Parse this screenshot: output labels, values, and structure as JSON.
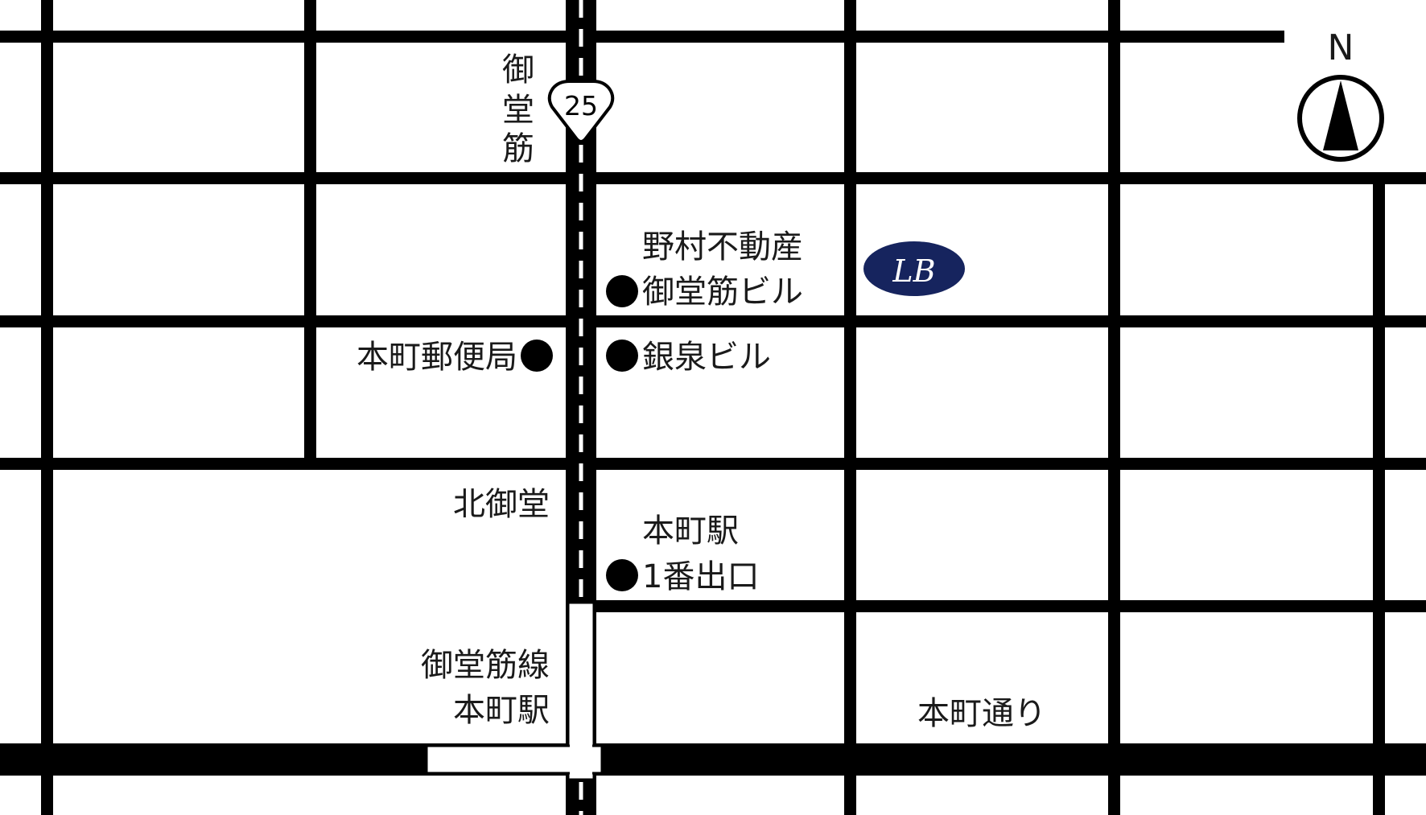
{
  "route_shield": {
    "number": "25"
  },
  "compass": {
    "label": "N",
    "icon": "north-arrow-icon"
  },
  "logo": {
    "text": "LB",
    "color": "#16245e"
  },
  "streets": {
    "midosuji": "御堂筋",
    "honmachi_dori": "本町通り"
  },
  "areas": {
    "kita_mido": "北御堂"
  },
  "stations": {
    "midosuji_line": "御堂筋線",
    "honmachi_station": "本町駅"
  },
  "landmarks": {
    "nomura_line1": "野村不動産",
    "nomura_line2": "御堂筋ビル",
    "post_office": "本町郵便局",
    "ginsen": "銀泉ビル",
    "exit_line1": "本町駅",
    "exit_line2": "1番出口"
  },
  "colors": {
    "road": "#000000",
    "background": "#ffffff",
    "logo": "#16245e"
  }
}
